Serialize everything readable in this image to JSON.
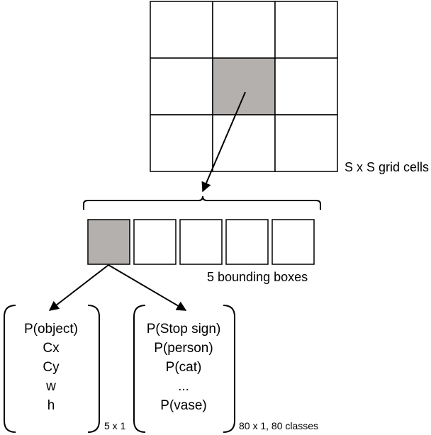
{
  "grid": {
    "caption": "S x S grid cells",
    "rows": 3,
    "cols": 3,
    "highlighted_cell": {
      "row": 1,
      "col": 1
    }
  },
  "bounding_boxes": {
    "caption": "5 bounding boxes",
    "count": 5,
    "highlighted_index": 0
  },
  "box_vector": {
    "items": [
      "P(object)",
      "Cx",
      "Cy",
      "w",
      "h"
    ],
    "size_label": "5 x 1"
  },
  "class_vector": {
    "items": [
      "P(Stop sign)",
      "P(person)",
      "P(cat)",
      "...",
      "P(vase)"
    ],
    "size_label": "80 x 1, 80 classes"
  },
  "colors": {
    "highlight": "#b4b0ad",
    "stroke": "#000000",
    "background": "#ffffff"
  }
}
